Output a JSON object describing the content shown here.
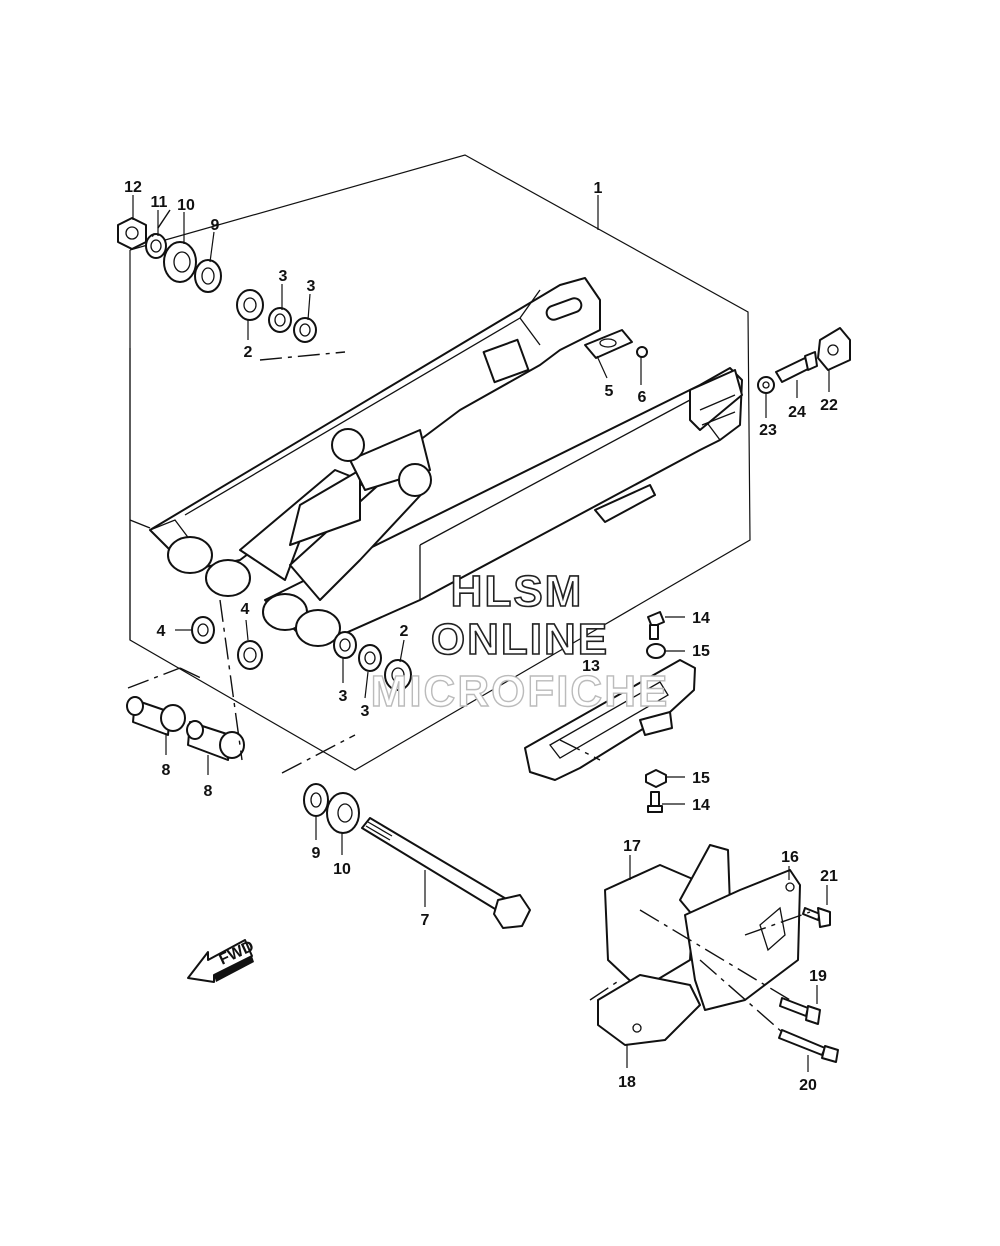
{
  "watermark": {
    "line1": "HLSM",
    "line2": "ONLINE",
    "line3": "MICROFICHE"
  },
  "fwd_label": "FWD",
  "callouts": {
    "c1": "1",
    "c2a": "2",
    "c2b": "2",
    "c3a": "3",
    "c3b": "3",
    "c3c": "3",
    "c3d": "3",
    "c4a": "4",
    "c4b": "4",
    "c5": "5",
    "c6": "6",
    "c7": "7",
    "c8a": "8",
    "c8b": "8",
    "c9a": "9",
    "c9b": "9",
    "c10a": "10",
    "c10b": "10",
    "c11": "11",
    "c12": "12",
    "c13": "13",
    "c14a": "14",
    "c14b": "14",
    "c15a": "15",
    "c15b": "15",
    "c16": "16",
    "c17": "17",
    "c18": "18",
    "c19": "19",
    "c20": "20",
    "c21": "21",
    "c22": "22",
    "c23": "23",
    "c24": "24"
  }
}
